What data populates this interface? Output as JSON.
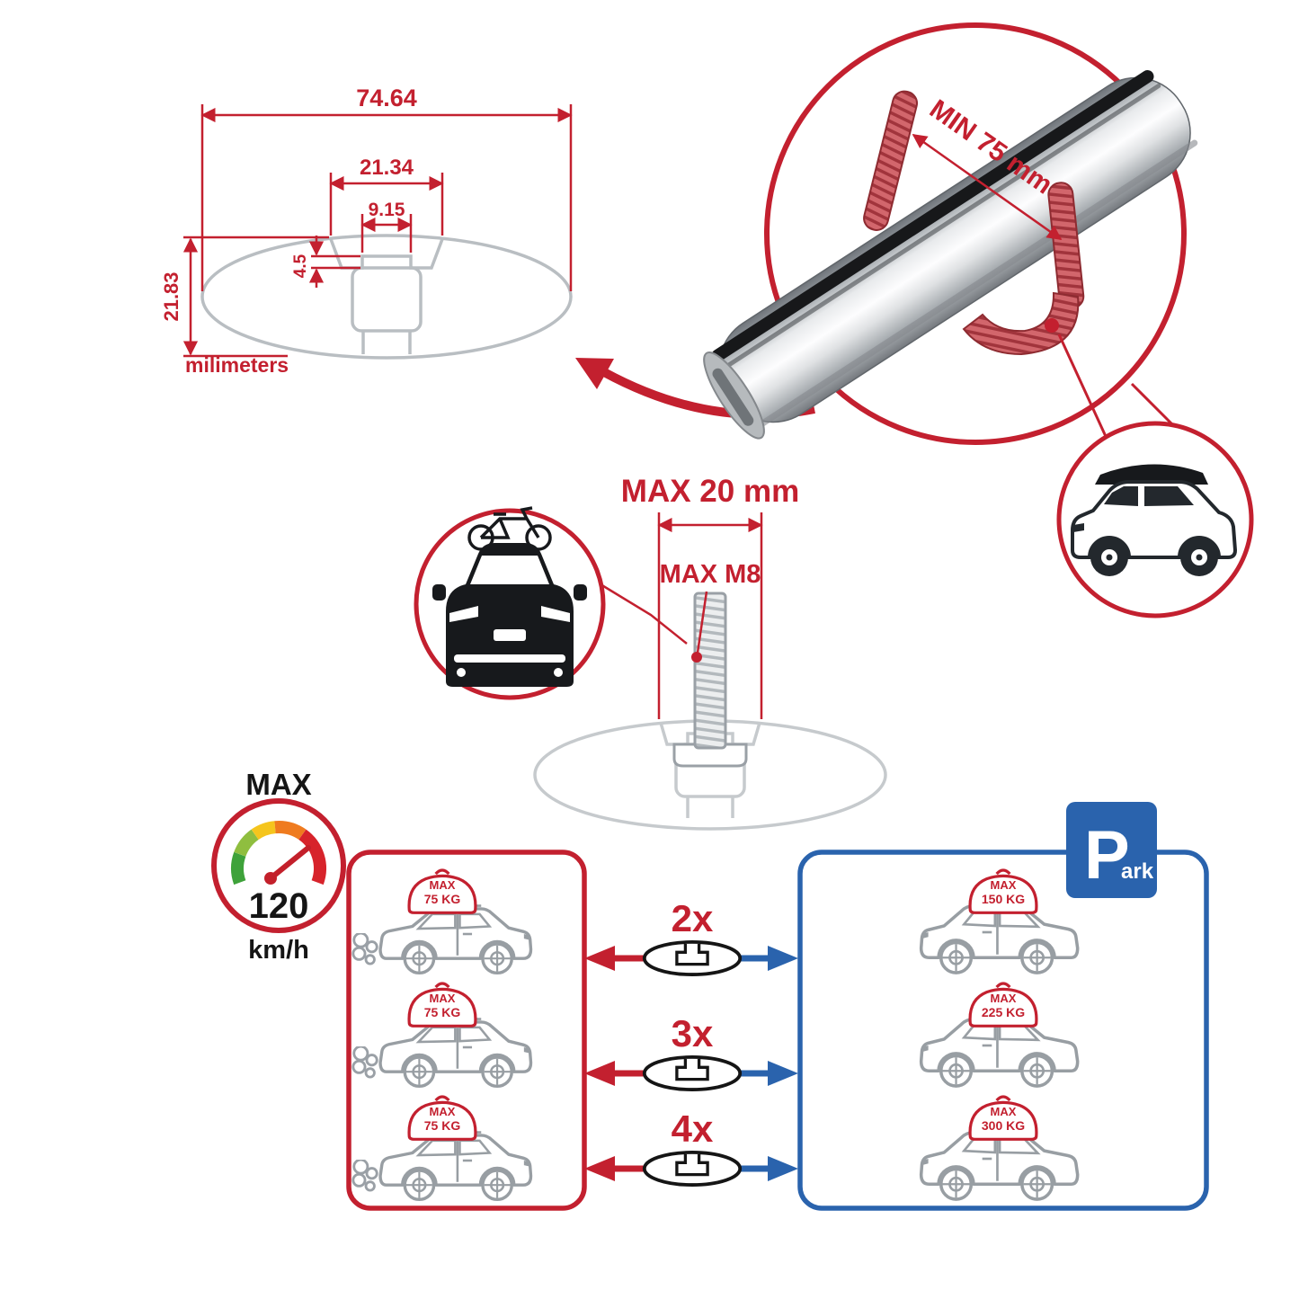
{
  "cross_section": {
    "total_width": "74.64",
    "channel_width": "21.34",
    "slot_width": "9.15",
    "lip_height": "4.5",
    "total_height": "21.83",
    "units": "milimeters"
  },
  "clamp_detail": {
    "label": "MIN 75 mm"
  },
  "bolt_detail": {
    "length_label": "MAX 20 mm",
    "thread_label": "MAX M8"
  },
  "speed_limit": {
    "title": "MAX",
    "value": "120",
    "unit": "km/h"
  },
  "parking_sign": {
    "letter": "P",
    "suffix": "ark"
  },
  "driving_panel": {
    "cars": [
      {
        "load_title": "MAX",
        "load_value": "75 KG"
      },
      {
        "load_title": "MAX",
        "load_value": "75 KG"
      },
      {
        "load_title": "MAX",
        "load_value": "75 KG"
      }
    ]
  },
  "parked_panel": {
    "cars": [
      {
        "load_title": "MAX",
        "load_value": "150 KG"
      },
      {
        "load_title": "MAX",
        "load_value": "225 KG"
      },
      {
        "load_title": "MAX",
        "load_value": "300 KG"
      }
    ]
  },
  "bar_counts": [
    {
      "label": "2x"
    },
    {
      "label": "3x"
    },
    {
      "label": "4x"
    }
  ],
  "colors": {
    "red": "#c3202f",
    "blue": "#2a63ad",
    "profile_gray": "#b9bec2",
    "dark": "#151515"
  }
}
